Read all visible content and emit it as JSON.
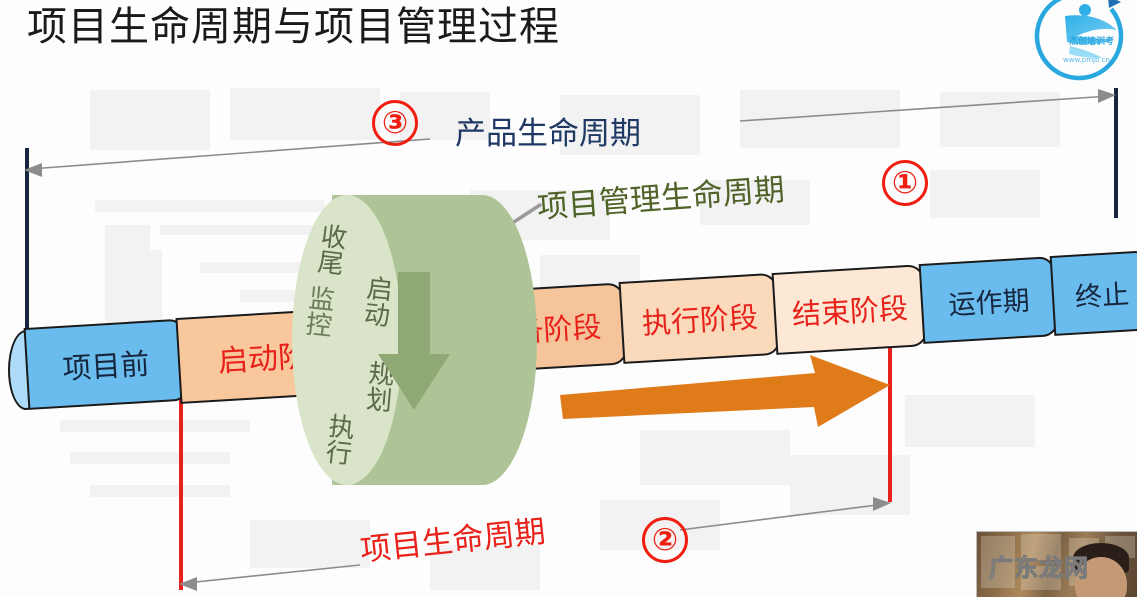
{
  "page": {
    "title": "项目生命周期与项目管理过程"
  },
  "logo": {
    "brand_text": "杰创培训考",
    "url_text": "www.pmjb.cn",
    "accent_color": "#29a8e0",
    "icon_name": "jiechuang-training-logo"
  },
  "markers": [
    {
      "id": "marker-1",
      "label": "①",
      "color": "#f01e10"
    },
    {
      "id": "marker-2",
      "label": "②",
      "color": "#f01e10"
    },
    {
      "id": "marker-3",
      "label": "③",
      "color": "#f01e10"
    }
  ],
  "annotations": {
    "product_lifecycle": {
      "label": "产品生命周期",
      "color": "#1f3864"
    },
    "pm_lifecycle": {
      "label": "项目管理生命周期",
      "color": "#4f6228"
    },
    "project_lifecycle": {
      "label": "项目生命周期",
      "color": "#e8221a"
    }
  },
  "pipeline": {
    "segments": [
      {
        "label": "项目前",
        "fill": "#6bbcee",
        "text_color": "#16263f"
      },
      {
        "label": "启动阶段",
        "fill": "#f8c79b",
        "text_color": "#e8221a"
      },
      {
        "label": "准备阶段",
        "fill": "#f6c49a",
        "text_color": "#e8221a"
      },
      {
        "label": "执行阶段",
        "fill": "#fbd9bb",
        "text_color": "#e8221a"
      },
      {
        "label": "结束阶段",
        "fill": "#fde8d5",
        "text_color": "#e8221a"
      },
      {
        "label": "运作期",
        "fill": "#6bbcee",
        "text_color": "#16263f"
      },
      {
        "label": "终止",
        "fill": "#6bbcee",
        "text_color": "#16263f"
      }
    ],
    "cap_fill": "#aedcf8"
  },
  "process_disc": {
    "words": [
      "收尾",
      "启动",
      "监控",
      "规划",
      "执行"
    ],
    "face_color": "#d9e4c8",
    "body_color": "#aec496",
    "arrow_color": "#8fa874",
    "arrow_name": "down-arrow"
  },
  "flow_arrow": {
    "name": "progress-arrow",
    "color": "#e07b19"
  },
  "guides": {
    "navy_color": "#16263f",
    "red_color": "#e8221a",
    "dim_color": "#8c8c8c"
  },
  "webcam": {
    "watermark": "广东龙网"
  }
}
